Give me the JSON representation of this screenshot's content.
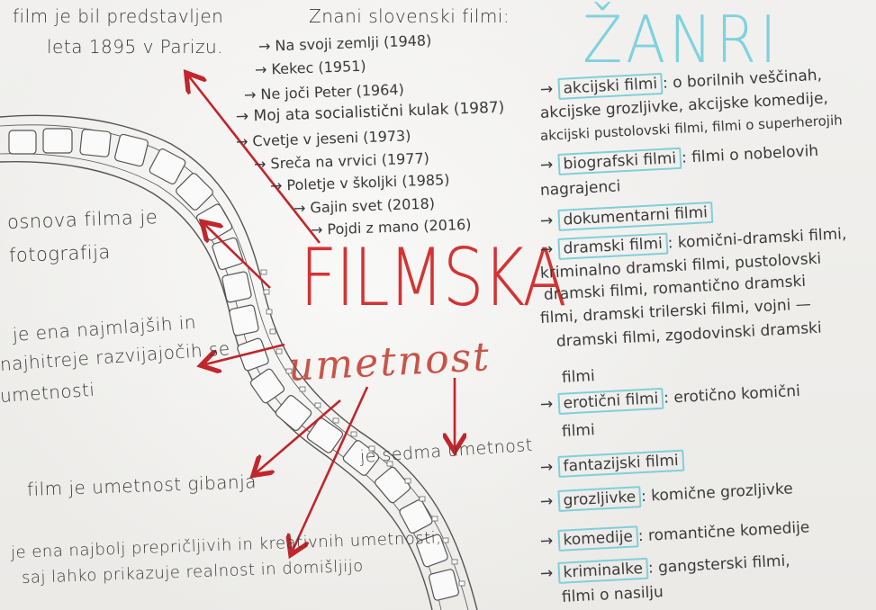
{
  "colors": {
    "title_red": "#d33333",
    "arrow_red": "#c0262b",
    "box_cyan": "#80cfd8",
    "ink": "#3a3a3a"
  },
  "center": {
    "title": "FILMSKA",
    "subtitle": "umetnost"
  },
  "left_notes": {
    "history_line1": "film je bil predstavljen",
    "history_line2": "leta 1895 v Parizu.",
    "basis_line1": "osnova filma je",
    "basis_line2": "fotografija",
    "youngest_line1": "je ena najmlajših in",
    "youngest_line2": "najhitreje razvijajočih se",
    "youngest_line3": "umetnosti",
    "motion": "film je umetnost gibanja",
    "seventh": "je sedma umetnost",
    "convincing_line1": "je ena najbolj prepričljivih in kreativnih umetnosti,",
    "convincing_line2": "saj lahko prikazuje realnost in domišljijo"
  },
  "slovenian_films": {
    "heading": "Znani slovenski filmi:",
    "items": [
      "→ Na svoji zemlji (1948)",
      "→ Kekec (1951)",
      "→ Ne joči Peter (1964)",
      "→ Moj ata socialistični kulak (1987)",
      "→ Cvetje v jeseni (1973)",
      "→ Sreča na vrvici (1977)",
      "→ Poletje v školjki (1985)",
      "→ Gajin svet (2018)",
      "→ Pojdi z mano (2016)"
    ]
  },
  "genres": {
    "heading": "ŽANRI",
    "items": [
      {
        "name": "akcijski filmi",
        "desc_line1": ": o borilnih veščinah,",
        "desc_line2": "akcijske grozljivke, akcijske komedije,",
        "desc_line3": "akcijski pustolovski filmi, filmi o superherojih"
      },
      {
        "name": "biografski filmi",
        "desc_line1": ": filmi o nobelovih",
        "desc_line2": "nagrajenci",
        "desc_line3": ""
      },
      {
        "name": "dokumentarni filmi",
        "desc_line1": "",
        "desc_line2": "",
        "desc_line3": ""
      },
      {
        "name": "dramski filmi",
        "desc_line1": ": komični-dramski filmi,",
        "desc_line2": "kriminalno dramski filmi, pustolovski",
        "desc_line3": "dramski filmi, romantično dramski",
        "desc_line4": "filmi, dramski trilerski filmi, vojni —",
        "desc_line5": "dramski filmi, zgodovinski dramski",
        "desc_line6": "filmi"
      },
      {
        "name": "erotični filmi",
        "desc_line1": ": erotično komični",
        "desc_line2": "filmi",
        "desc_line3": ""
      },
      {
        "name": "fantazijski filmi",
        "desc_line1": "",
        "desc_line2": "",
        "desc_line3": ""
      },
      {
        "name": "grozljivke",
        "desc_line1": ": komične grozljivke",
        "desc_line2": "",
        "desc_line3": ""
      },
      {
        "name": "komedije",
        "desc_line1": ": romantične komedije",
        "desc_line2": "",
        "desc_line3": ""
      },
      {
        "name": "kriminalke",
        "desc_line1": ": gangsterski filmi,",
        "desc_line2": "filmi o nasilju",
        "desc_line3": ""
      }
    ],
    "arrow": "→"
  }
}
